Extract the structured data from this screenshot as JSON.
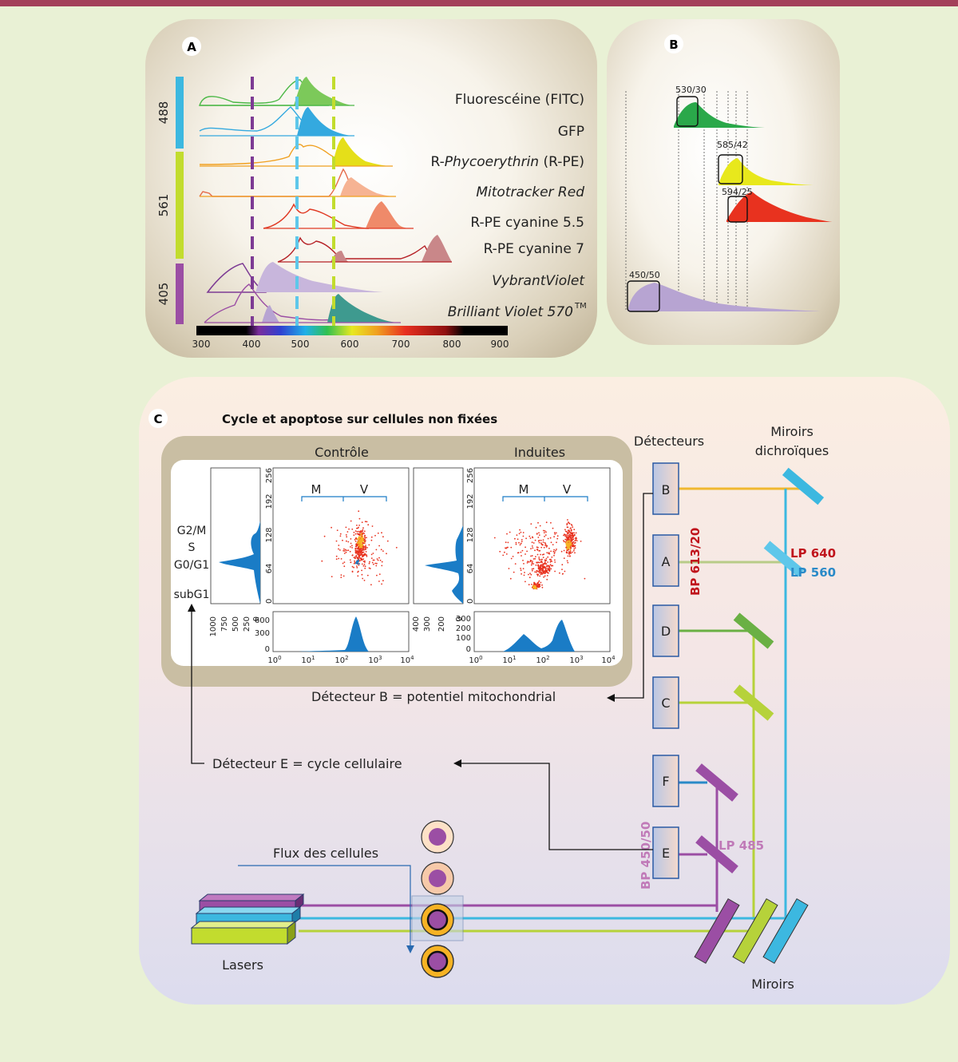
{
  "colors": {
    "frame": "#a3405a",
    "laser_488": "#3cb8e0",
    "laser_561": "#c2dc2e",
    "laser_405": "#9b4ea4",
    "dot_red": "#e8321f",
    "hist_blue": "#1a7cc6"
  },
  "panel_a": {
    "letter": "A",
    "laser_labels": [
      "488",
      "561",
      "405"
    ],
    "fluorochromes": [
      {
        "name": "Fluorescéine (FITC)",
        "italic": false,
        "color": "#4cb847"
      },
      {
        "name": "GFP",
        "italic": false,
        "color": "#34a9df"
      },
      {
        "name": "R-",
        "name_italic": "Phycoerythrin",
        "name_end": " (R-PE)",
        "italic": false,
        "color": "#e5df19"
      },
      {
        "name": "Mitotracker Red",
        "italic": true,
        "color": "#f39b73"
      },
      {
        "name": "R-PE cyanine 5.5",
        "italic": false,
        "color": "#e56b4a"
      },
      {
        "name": "R-PE cyanine 7",
        "italic": false,
        "color": "#c98789"
      },
      {
        "name": "VybrantViolet",
        "italic": true,
        "color": "#b7a4d2"
      },
      {
        "name": "Brilliant Violet 570",
        "italic": true,
        "sup": "TM",
        "color": "#3e9a8f"
      }
    ],
    "axis_ticks": [
      "300",
      "400",
      "500",
      "600",
      "700",
      "800",
      "900"
    ]
  },
  "panel_b": {
    "letter": "B",
    "filters": [
      "530/30",
      "585/42",
      "594/25",
      "450/50"
    ]
  },
  "panel_c": {
    "letter": "C",
    "title": "Cycle et apoptose sur cellules non fixées",
    "control_label": "Contrôle",
    "induced_label": "Induites",
    "gate_m": "M",
    "gate_v": "V",
    "phase_labels": [
      "G2/M",
      "S",
      "G0/G1",
      "subG1"
    ],
    "control_hist_x_ticks": [
      "1000",
      "750",
      "500",
      "250",
      "0"
    ],
    "induced_hist_x_ticks": [
      "400",
      "300",
      "200",
      "0"
    ],
    "scatter_y_ticks": [
      "256",
      "192",
      "128",
      "64",
      "0"
    ],
    "control_bottom_y_ticks": [
      "600",
      "300",
      "0"
    ],
    "induced_bottom_y_ticks": [
      "300",
      "200",
      "100",
      "0"
    ],
    "log_x_ticks": [
      "10",
      "10",
      "10",
      "10",
      "10"
    ],
    "log_x_exponents": [
      "0",
      "1",
      "2",
      "3",
      "4"
    ],
    "detectors_title": "Détecteurs",
    "mirrors_title_line1": "Miroirs",
    "mirrors_title_line2": "dichroïques",
    "detectors": [
      "B",
      "A",
      "D",
      "C",
      "F",
      "E"
    ],
    "bp_613": "BP 613/20",
    "lp_640": "LP 640",
    "lp_560": "LP 560",
    "bp_450": "BP 450/50",
    "lp_485": "LP 485",
    "detector_b_caption": "Détecteur B = potentiel mitochondrial",
    "detector_e_caption": "Détecteur E = cycle cellulaire",
    "flux_label": "Flux des cellules",
    "lasers_label": "Lasers",
    "mirrors_label": "Miroirs"
  }
}
